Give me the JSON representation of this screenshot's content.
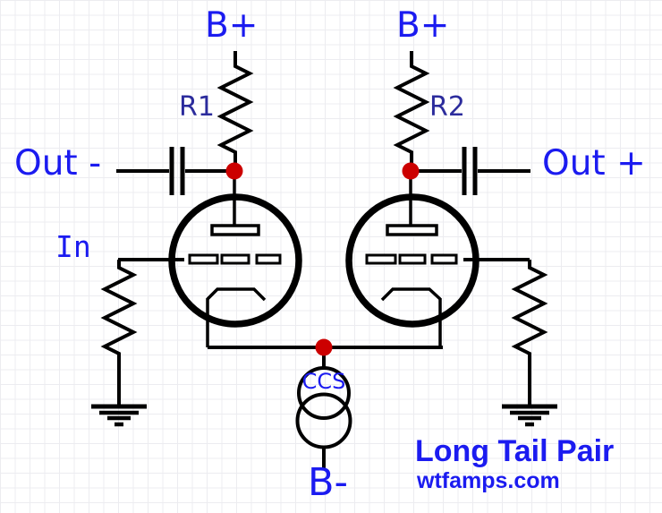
{
  "title": "Long Tail Pair schematic",
  "colors": {
    "label_blue": "#1b1bf0",
    "designator_blue": "#2b2b9c",
    "wire_black": "#000000",
    "junction_red": "#cc0000",
    "grid_line": "#ececf0",
    "background": "#ffffff"
  },
  "labels": {
    "b_plus_left": "B+",
    "b_plus_right": "B+",
    "r1": "R1",
    "r2": "R2",
    "out_minus": "Out -",
    "out_plus": "Out +",
    "in": "In",
    "ccs": "CCS",
    "b_minus": "B-"
  },
  "branding": {
    "title": "Long Tail Pair",
    "website": "wtfamps.com"
  },
  "schematic": {
    "components": [
      {
        "designator": "R1",
        "type": "resistor",
        "role": "left plate load from B+"
      },
      {
        "designator": "R2",
        "type": "resistor",
        "role": "right plate load from B+"
      },
      {
        "type": "triode-tube",
        "role": "left half of pair"
      },
      {
        "type": "triode-tube",
        "role": "right half of pair"
      },
      {
        "type": "capacitor",
        "role": "Out - coupling cap"
      },
      {
        "type": "capacitor",
        "role": "Out + coupling cap"
      },
      {
        "type": "resistor",
        "role": "left grid resistor to ground"
      },
      {
        "type": "resistor",
        "role": "right grid resistor to ground"
      },
      {
        "type": "current-source",
        "label": "CCS",
        "role": "tail current sink to B-"
      },
      {
        "type": "ground",
        "count": 2
      },
      {
        "type": "junction-dot",
        "count": 3
      }
    ]
  }
}
